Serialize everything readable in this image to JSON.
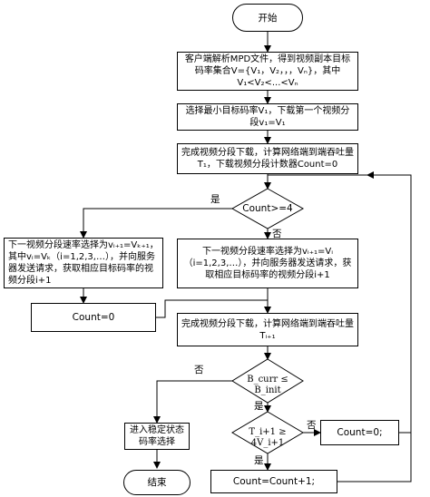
{
  "nodes": {
    "start": "开始",
    "parse_mpd": "客户端解析MPD文件，得到视频副本目标码率集合V={V₁，V₂，，，Vₙ}，其中V₁<V₂<...<Vₙ",
    "select_min": "选择最小目标码率V₁，下载第一个视频分段v₁=V₁",
    "first_download": "完成视频分段下载，计算网络端到端吞吐量T₁，下载视频分段计数器Count=0",
    "decision_count": "Count>=4",
    "left_rate": "下一视频分段速率选择为vᵢ₊₁=Vₖ₊₁，其中vᵢ=Vₖ（i=1,2,3,…），并向服务器发送请求，获取相应目标码率的视频分段i+1",
    "right_rate": "下一视频分段速率选择为vᵢ₊₁=Vᵢ（i=1,2,3,…），并向服务器发送请求，获取相应目标码率的视频分段i+1",
    "count_reset_left": "Count=0",
    "second_download": "完成视频分段下载，计算网络端到端吞吐量Tᵢ₊₁",
    "decision_buffer": "B_curr ≤ B_init",
    "stable_state": "进入稳定状态码率选择",
    "decision_throughput": "T_i+1 ≥ 4V_i+1",
    "count_reset_right": "Count=0;",
    "count_inc": "Count=Count+1;",
    "end": "结束"
  },
  "edge_labels": {
    "yes_count": "是",
    "no_count": "否",
    "no_buffer": "否",
    "yes_buffer": "是",
    "no_throughput": "否",
    "yes_throughput": "是"
  }
}
